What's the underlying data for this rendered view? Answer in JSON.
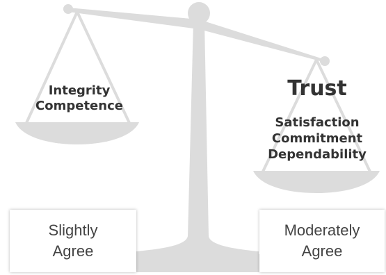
{
  "left_pan": {
    "items": [
      "Integrity",
      "Competence"
    ]
  },
  "right_pan": {
    "title": "Trust",
    "items": [
      "Satisfaction",
      "Commitment",
      "Dependability"
    ]
  },
  "ratings": {
    "left": {
      "line1": "Slightly",
      "line2": "Agree"
    },
    "right": {
      "line1": "Moderately",
      "line2": "Agree"
    }
  },
  "colors": {
    "scale_gray": "#dcdcdc",
    "text_dark": "#333333"
  }
}
